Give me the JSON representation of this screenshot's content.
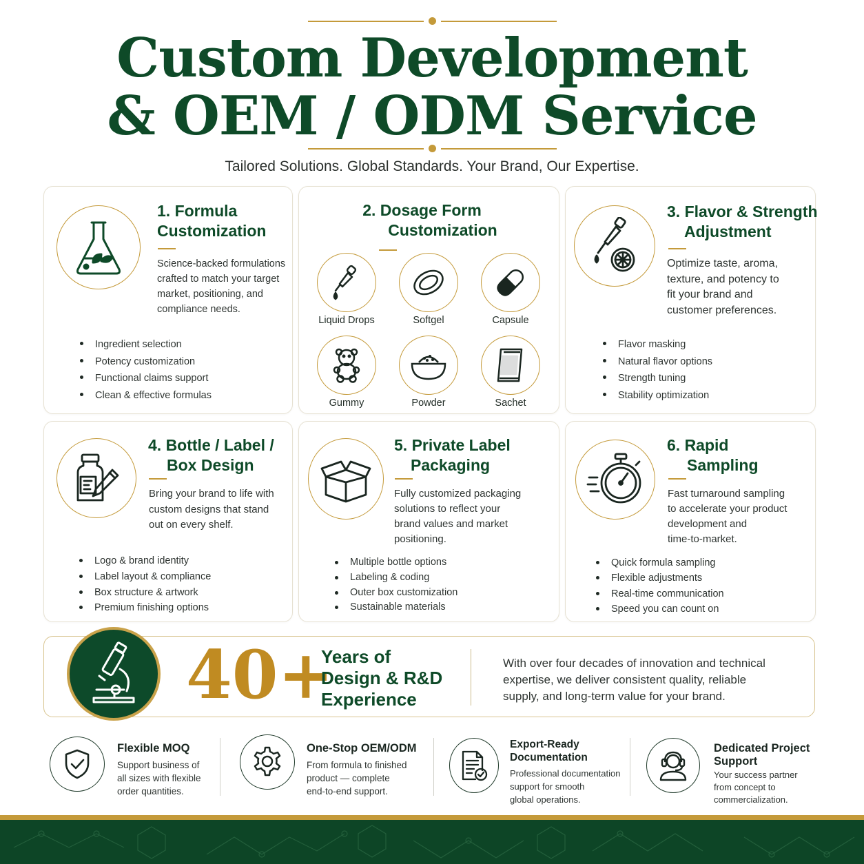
{
  "header": {
    "title_line1": "Custom Development",
    "title_line2": "& OEM / ODM Service",
    "subtitle": "Tailored Solutions. Global Standards. Your Brand, Our Expertise."
  },
  "colors": {
    "green": "#0e4a28",
    "gold": "#c49a3a"
  },
  "cards": [
    {
      "icon": "flask-leaf-icon",
      "title_lines": [
        "1. Formula",
        "Customization"
      ],
      "desc_lines": [
        "Science-backed formulations",
        "crafted to match your target",
        "market, positioning, and",
        "compliance needs."
      ],
      "bullets": [
        "Ingredient selection",
        "Potency customization",
        "Functional claims support",
        "Clean & effective formulas"
      ]
    },
    {
      "icon": "dosage-forms",
      "title_lines": [
        "2. Dosage Form",
        "Customization"
      ],
      "forms": [
        "Liquid Drops",
        "Softgel",
        "Capsule",
        "Gummy",
        "Powder",
        "Sachet"
      ]
    },
    {
      "icon": "dropper-citrus-icon",
      "title_lines": [
        "3. Flavor & Strength",
        "Adjustment"
      ],
      "desc_lines": [
        "Optimize taste, aroma,",
        "texture, and potency to",
        "fit your brand and",
        "customer preferences."
      ],
      "bullets": [
        "Flavor masking",
        "Natural flavor options",
        "Strength tuning",
        "Stability optimization"
      ]
    },
    {
      "icon": "bottle-pencil-icon",
      "title_lines": [
        "4. Bottle / Label /",
        "Box Design"
      ],
      "desc_lines": [
        "Bring your brand to life with",
        "custom designs that stand",
        "out on every shelf."
      ],
      "bullets": [
        "Logo & brand identity",
        "Label layout & compliance",
        "Box structure & artwork",
        "Premium finishing options"
      ]
    },
    {
      "icon": "open-box-icon",
      "title_lines": [
        "5. Private Label",
        "Packaging"
      ],
      "desc_lines": [
        "Fully customized packaging",
        "solutions to reflect your",
        "brand values and market",
        "positioning."
      ],
      "bullets": [
        "Multiple bottle options",
        "Labeling & coding",
        "Outer box customization",
        "Sustainable materials"
      ]
    },
    {
      "icon": "stopwatch-icon",
      "title_lines": [
        "6. Rapid",
        "Sampling"
      ],
      "desc_lines": [
        "Fast turnaround sampling",
        "to accelerate your product",
        "development and",
        "time-to-market."
      ],
      "bullets": [
        "Quick formula sampling",
        "Flexible adjustments",
        "Real-time communication",
        "Speed you can count on"
      ]
    }
  ],
  "experience": {
    "number": "40+",
    "label_lines": [
      "Years of",
      "Design & R&D",
      "Experience"
    ],
    "desc_lines": [
      "With over four decades of innovation and technical",
      "expertise, we deliver consistent quality, reliable",
      "supply, and long-term value for your brand."
    ]
  },
  "features": [
    {
      "icon": "shield-check-icon",
      "title_lines": [
        "Flexible MOQ"
      ],
      "desc_lines": [
        "Support business of",
        "all sizes with flexible",
        "order quantities."
      ]
    },
    {
      "icon": "gear-icon",
      "title_lines": [
        "One-Stop OEM/ODM"
      ],
      "desc_lines": [
        "From formula to finished",
        "product — complete",
        "end-to-end support."
      ]
    },
    {
      "icon": "document-check-icon",
      "title_lines": [
        "Export-Ready",
        "Documentation"
      ],
      "desc_lines": [
        "Professional documentation",
        "support for smooth",
        "global operations."
      ]
    },
    {
      "icon": "headset-support-icon",
      "title_lines": [
        "Dedicated Project",
        "Support"
      ],
      "desc_lines": [
        "Your success partner",
        "from concept to",
        "commercialization."
      ]
    }
  ]
}
